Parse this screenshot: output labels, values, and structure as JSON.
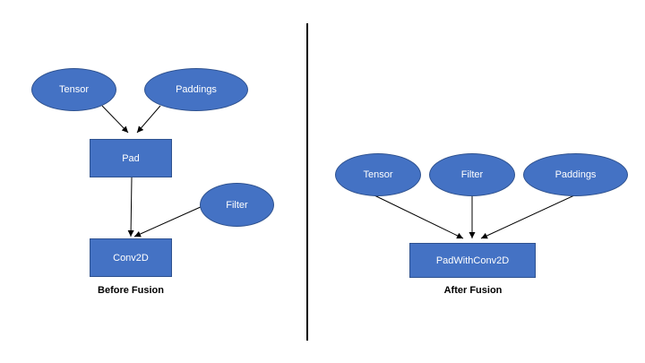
{
  "before": {
    "tensor": "Tensor",
    "paddings": "Paddings",
    "pad": "Pad",
    "filter": "Filter",
    "conv2d": "Conv2D",
    "caption": "Before Fusion"
  },
  "after": {
    "tensor": "Tensor",
    "filter": "Filter",
    "paddings": "Paddings",
    "fused": "PadWithConv2D",
    "caption": "After Fusion"
  },
  "colors": {
    "node_fill": "#4472c4",
    "node_border": "#2f528f",
    "node_text": "#ffffff",
    "divider": "#000000"
  }
}
